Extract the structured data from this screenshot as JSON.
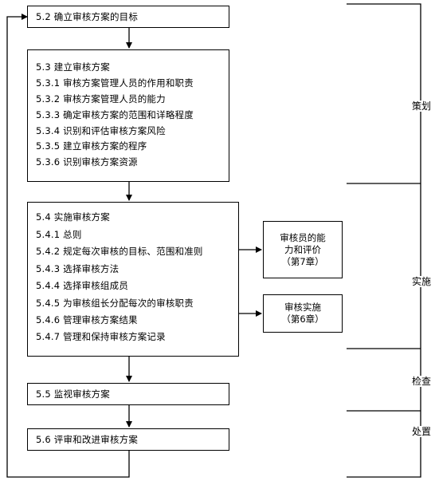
{
  "boxes": {
    "b52": {
      "title": "5.2  确立审核方案的目标"
    },
    "b53": {
      "title": "5.3  建立审核方案",
      "items": [
        "5.3.1  审核方案管理人员的作用和职责",
        "5.3.2  审核方案管理人员的能力",
        "5.3.3  确定审核方案的范围和详略程度",
        "5.3.4  识别和评估审核方案风险",
        "5.3.5  建立审核方案的程序",
        "5.3.6  识别审核方案资源"
      ]
    },
    "b54": {
      "title": "5.4  实施审核方案",
      "items": [
        "5.4.1  总则",
        "5.4.2  规定每次审核的目标、范围和准则",
        "5.4.3  选择审核方法",
        "5.4.4  选择审核组成员",
        "5.4.5  为审核组长分配每次的审核职责",
        "5.4.6  管理审核方案结果",
        "5.4.7  管理和保持审核方案记录"
      ]
    },
    "b55": {
      "title": "5.5 监视审核方案"
    },
    "b56": {
      "title": "5.6 评审和改进审核方案"
    },
    "competence": {
      "lines": [
        "审核员的能",
        "力和评价",
        "（第7章）"
      ]
    },
    "conduct": {
      "lines": [
        "审核实施",
        "（第6章）"
      ]
    }
  },
  "phases": {
    "plan": "策划",
    "do": "实施",
    "check": "检查",
    "act": "处置"
  }
}
